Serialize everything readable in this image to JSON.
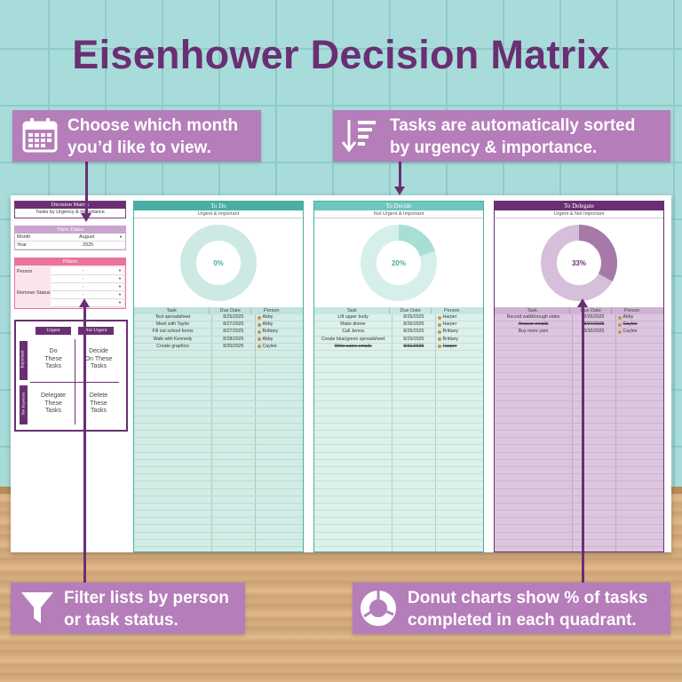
{
  "title": "Eisenhower Decision Matrix",
  "colors": {
    "purple": "#6a2f73",
    "callout": "#b57dba",
    "teal": "#4aaea4",
    "teal_light": "#d3ece6",
    "purple_light": "#d9c3dd"
  },
  "callouts": {
    "month": {
      "line1": "Choose which month",
      "line2": "you’d like to view.",
      "icon": "calendar-icon"
    },
    "sorted": {
      "line1": "Tasks are automatically sorted",
      "line2": "by urgency & importance.",
      "icon": "sort-descending-icon"
    },
    "filter": {
      "line1": "Filter lists by person",
      "line2": "or task status.",
      "icon": "funnel-icon"
    },
    "donut": {
      "line1": "Donut charts show % of tasks",
      "line2": "completed in each quadrant.",
      "icon": "donut-chart-icon"
    }
  },
  "sidebar": {
    "header": "Decision Matrix",
    "subheader": "Tasks by Urgency & Importance",
    "view_dates": {
      "title": "View Dates",
      "month_label": "Month",
      "month_value": "August",
      "year_label": "Year",
      "year_value": "2025"
    },
    "filters": {
      "title": "Filters",
      "person_label": "Person",
      "remove_status_label": "Remove Status",
      "dash": "-"
    },
    "matrix": {
      "urgent": "Urgent",
      "not_urgent": "Not Urgent",
      "important": "Important",
      "not_important": "Not Important",
      "do": "Do\nThese\nTasks",
      "decide": "Decide\nOn These\nTasks",
      "delegate": "Delegate\nThese\nTasks",
      "delete": "Delete\nThese\nTasks"
    }
  },
  "table_headers": {
    "task": "Task",
    "due": "Due Date",
    "person": "Person"
  },
  "panels": [
    {
      "title": "To Do",
      "subtitle": "Urgent & Important",
      "percent": "0%",
      "complete": 0,
      "rows": [
        {
          "task": "Test spreadsheet",
          "due": "8/25/2025",
          "person": "Abby",
          "done": false
        },
        {
          "task": "Meet with Taylor",
          "due": "8/27/2025",
          "person": "Abby",
          "done": false
        },
        {
          "task": "Fill out school forms",
          "due": "8/27/2025",
          "person": "Brittany",
          "done": false
        },
        {
          "task": "Walk with Kennedy",
          "due": "8/28/2025",
          "person": "Abby",
          "done": false
        },
        {
          "task": "Create graphics",
          "due": "8/30/2025",
          "person": "Caylee",
          "done": false
        }
      ]
    },
    {
      "title": "To Decide",
      "subtitle": "Not Urgent & Important",
      "percent": "20%",
      "complete": 0.2,
      "rows": [
        {
          "task": "Lift upper body",
          "due": "8/25/2025",
          "person": "Harper",
          "done": false
        },
        {
          "task": "Make dinner",
          "due": "8/26/2025",
          "person": "Harper",
          "done": false
        },
        {
          "task": "Call Jenna",
          "due": "8/26/2025",
          "person": "Brittany",
          "done": false
        },
        {
          "task": "Create blue/green spreadsheet",
          "due": "8/29/2025",
          "person": "Brittany",
          "done": false
        },
        {
          "task": "Write sales emails",
          "due": "8/31/2025",
          "person": "Harper",
          "done": true
        }
      ]
    },
    {
      "title": "To Delegate",
      "subtitle": "Urgent & Not Important",
      "percent": "33%",
      "complete": 0.33,
      "rows": [
        {
          "task": "Record walkthrough video",
          "due": "8/26/2025",
          "person": "Abby",
          "done": false
        },
        {
          "task": "Answer emails",
          "due": "8/27/2025",
          "person": "Caylee",
          "done": true
        },
        {
          "task": "Buy more yarn",
          "due": "8/30/2025",
          "person": "Caylee",
          "done": false
        }
      ]
    }
  ]
}
